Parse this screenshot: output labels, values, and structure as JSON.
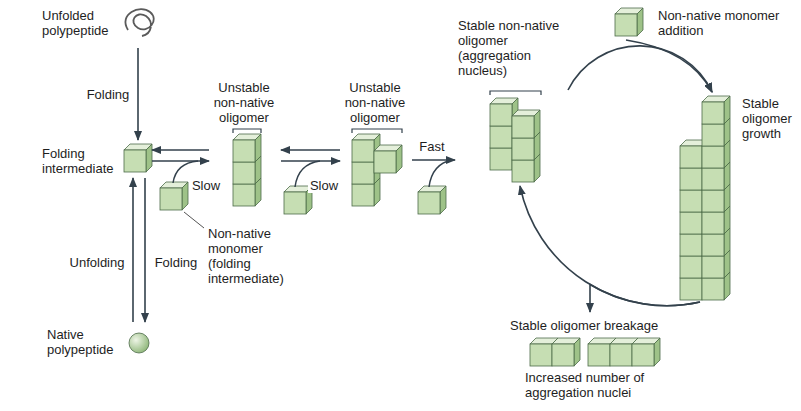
{
  "diagram": {
    "nodes": [
      {
        "text": [
          "Unfolded polypeptide"
        ]
      },
      {
        "text": [
          "Folding intermediate"
        ]
      },
      {
        "text": [
          "Native polypeptide"
        ]
      },
      {
        "text": [
          "Unstable non-native oligomer"
        ]
      },
      {
        "text": [
          "Unstable non-native oligomer"
        ]
      },
      {
        "text": [
          "Stable non-native oligomer (aggregation nucleus)"
        ]
      },
      {
        "text": [
          "Non-native monomer addition"
        ]
      },
      {
        "text": [
          "Stable oligomer growth"
        ]
      },
      {
        "text": [
          "Stable oligomer breakage",
          "Increased number of aggregation nuclei"
        ]
      }
    ],
    "edges": [
      {
        "from": 0,
        "to": 1,
        "arrow": "to",
        "label": "Folding"
      },
      {
        "from": 2,
        "to": 1,
        "arrow": "to",
        "label": "Unfolding"
      },
      {
        "from": 1,
        "to": 2,
        "arrow": "to",
        "label": "Folding"
      },
      {
        "from": 3,
        "to": 1,
        "arrow": "to"
      },
      {
        "from": 1,
        "to": 3,
        "arrow": "to",
        "label": "Slow"
      },
      {
        "from": 4,
        "to": 3,
        "arrow": "to"
      },
      {
        "from": 3,
        "to": 4,
        "arrow": "to",
        "label": "Slow"
      },
      {
        "from": 4,
        "to": 5,
        "arrow": "to",
        "label": "Fast"
      },
      {
        "from": 5,
        "to": 7,
        "arrow": "to"
      },
      {
        "from": 6,
        "to": 7,
        "arrow": "to"
      },
      {
        "from": 7,
        "to": 5,
        "arrow": "to"
      },
      {
        "from": 7,
        "to": 8,
        "arrow": "to"
      }
    ],
    "labels": [
      "Non-native monomer (folding intermediate)"
    ]
  }
}
